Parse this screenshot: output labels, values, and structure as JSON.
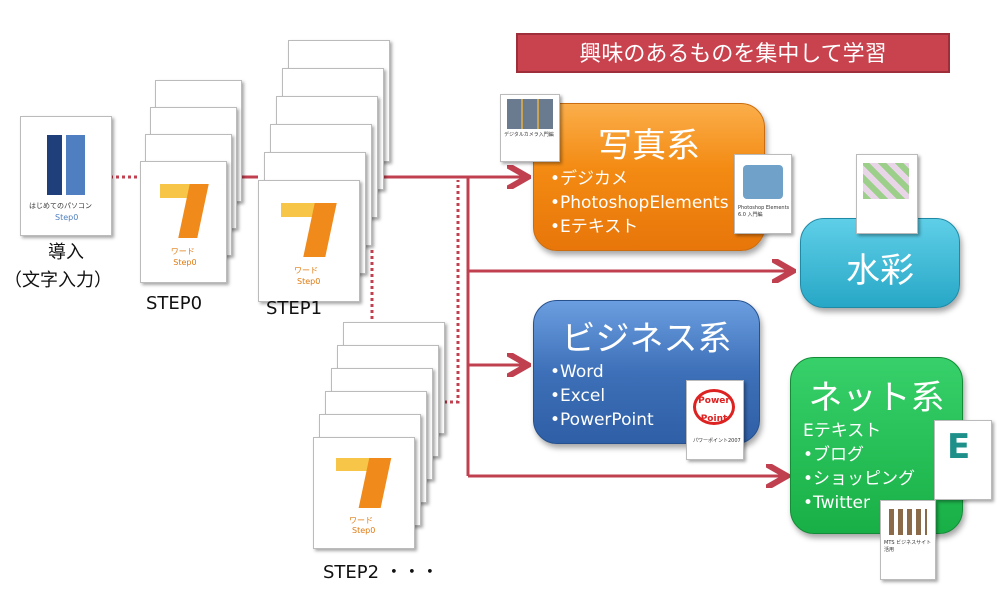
{
  "banner": "興味のあるものを集中して学習",
  "labels": {
    "intro": "導入",
    "intro_sub": "（文字入力）",
    "step0": "STEP0",
    "step1": "STEP1",
    "step2": "STEP2 ・・・"
  },
  "boxes": {
    "photo": {
      "title": "写真系",
      "items": [
        "•デジカメ",
        "•PhotoshopElements",
        "•Eテキスト"
      ],
      "color": "#f38a12"
    },
    "water": {
      "title": "水彩",
      "color": "#27a7c6"
    },
    "biz": {
      "title": "ビジネス系",
      "items": [
        "•Word",
        "•Excel",
        "•PowerPoint"
      ],
      "color": "#3d70b8"
    },
    "net": {
      "title": "ネット系",
      "items": [
        "Eテキスト",
        "•ブログ",
        "•ショッピング",
        "•Twitter"
      ],
      "color": "#18b046"
    }
  },
  "books": {
    "intro": {
      "title": "はじめてのパソコン",
      "step": "Step0"
    },
    "word": {
      "title": "ワード",
      "step": "Step0"
    },
    "camera": "デジタルカメラ入門編",
    "photoshop": "Photoshop Elements 6.0 入門編",
    "powerpoint": "パワーポイント2007",
    "powerpoint_logo": "Power Point",
    "mts": "MTS ビジネスサイト活用",
    "etext_letter": "E"
  },
  "arrow_color": "#c0404f"
}
